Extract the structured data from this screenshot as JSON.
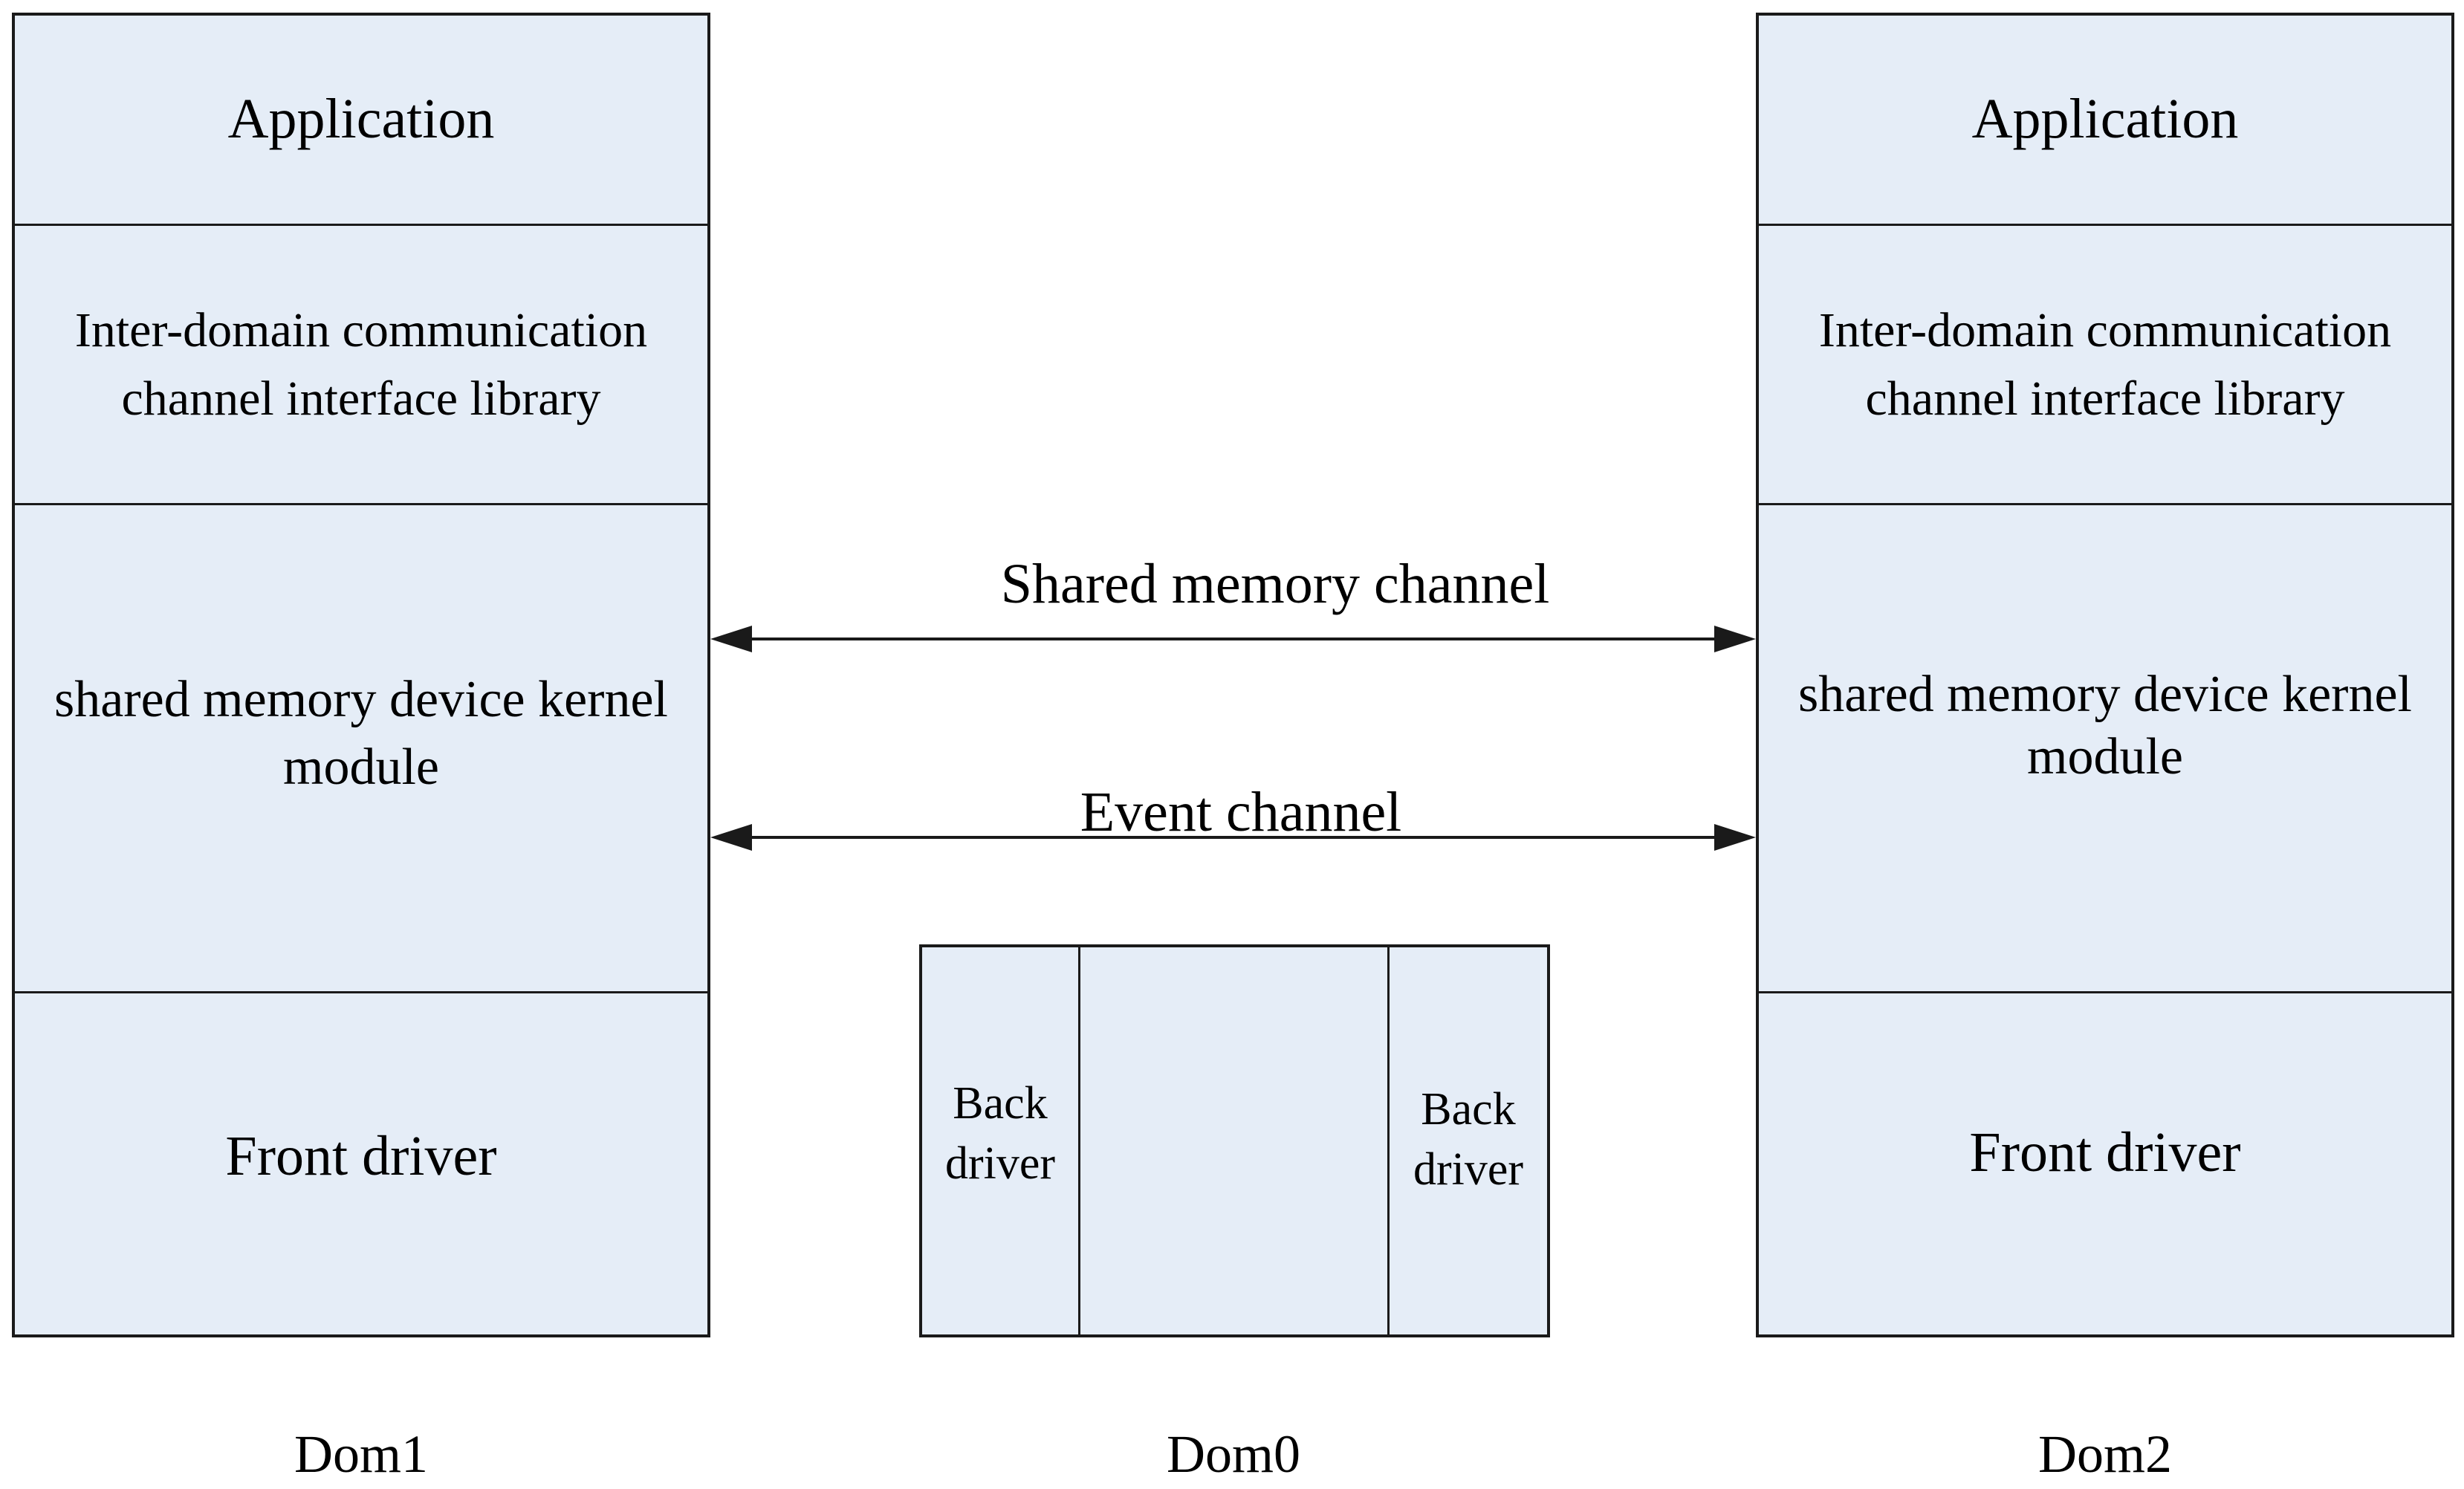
{
  "dom1": {
    "application": "Application",
    "library_line1": "Inter-domain communication",
    "library_line2": "channel interface library",
    "kernel_line1": "shared memory device kernel",
    "kernel_line2": "module",
    "front_driver": "Front driver",
    "label": "Dom1"
  },
  "dom2": {
    "application": "Application",
    "library_line1": "Inter-domain communication",
    "library_line2": "channel interface library",
    "kernel_line1": "shared memory device kernel",
    "kernel_line2": "module",
    "front_driver": "Front driver",
    "label": "Dom2"
  },
  "dom0": {
    "back_left_line1": "Back",
    "back_left_line2": "driver",
    "back_right_line1": "Back",
    "back_right_line2": "driver",
    "label": "Dom0"
  },
  "channels": {
    "shared_memory": "Shared memory channel",
    "event": "Event channel"
  },
  "colors": {
    "box_fill": "#e5edf7",
    "line": "#1a1a1a"
  }
}
